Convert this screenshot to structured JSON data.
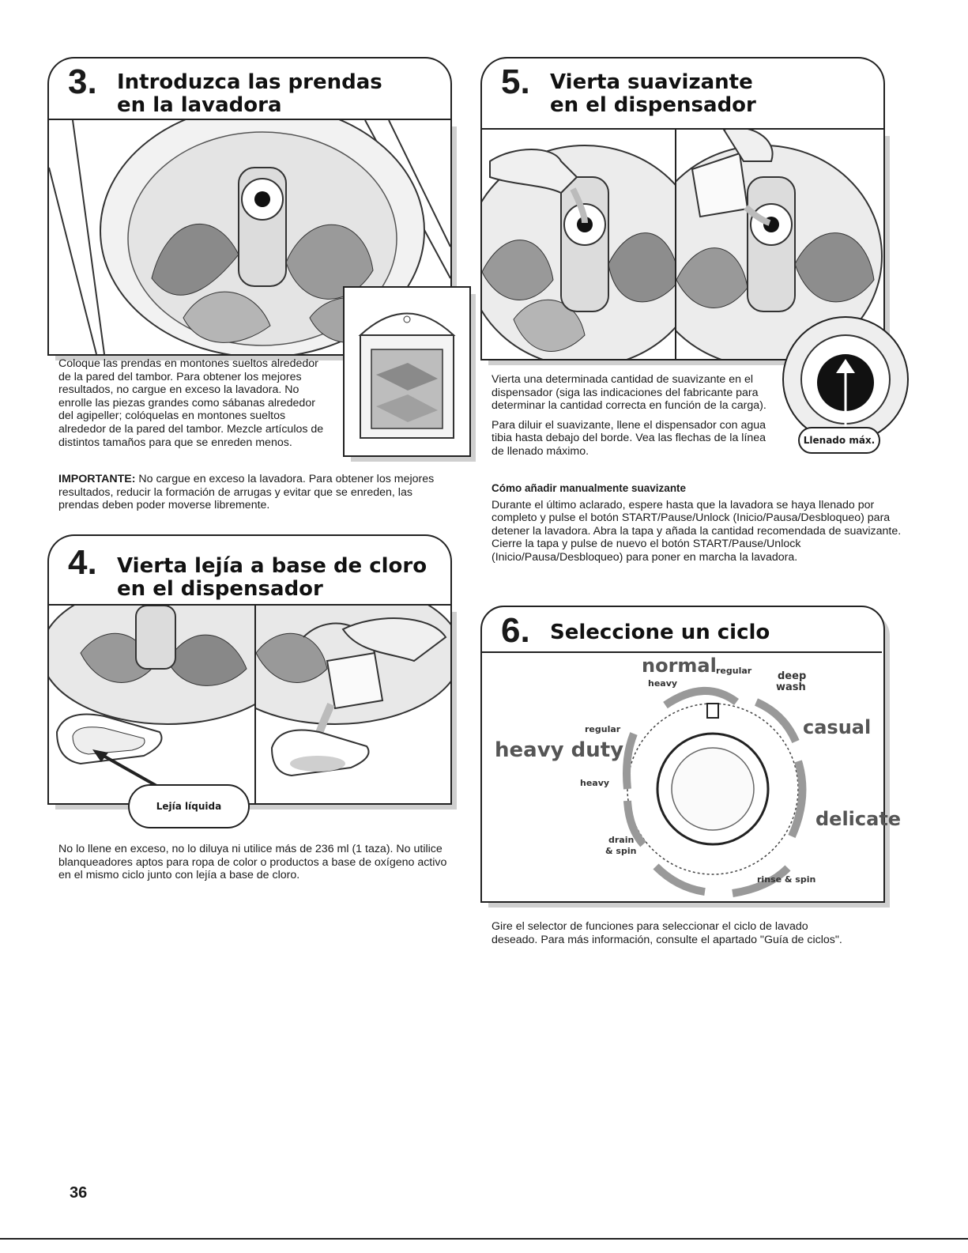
{
  "page": {
    "number": "36"
  },
  "step3": {
    "number": "3.",
    "title_line1": "Introduzca las prendas",
    "title_line2": "en la lavadora",
    "paragraph1": "Coloque las prendas en montones sueltos alrededor de la pared del tambor. Para obtener los mejores resultados, no cargue en exceso la lavadora. No enrolle las piezas grandes como sábanas alrededor del agipeller; colóquelas en montones sueltos alrededor de la pared del tambor. Mezcle artículos de distintos tamaños para que se enreden menos.",
    "important_label": "IMPORTANTE:",
    "important_text": " No cargue en exceso la lavadora. Para obtener los mejores resultados, reducir la formación de arrugas y evitar que se enreden, las prendas deben poder moverse libremente."
  },
  "step4": {
    "number": "4.",
    "title_line1": "Vierta lejía a base de cloro",
    "title_line2": "en el dispensador",
    "callout": "Lejía líquida",
    "paragraph1": "No lo llene en exceso, no lo diluya ni utilice más de 236 ml (1 taza). No utilice blanqueadores aptos para ropa de color o productos a base de oxígeno activo en el mismo ciclo junto con lejía a base de cloro."
  },
  "step5": {
    "number": "5.",
    "title_line1": "Vierta suavizante",
    "title_line2": "en el dispensador",
    "callout": "Llenado máx.",
    "paragraph1": "Vierta una determinada cantidad de suavizante en el dispensador (siga las indicaciones del fabricante para determinar la cantidad correcta en función de la carga).",
    "paragraph2": "Para diluir el suavizante, llene el dispensador con agua tibia hasta debajo del borde. Vea las flechas de la línea de llenado máximo.",
    "subhead": "Cómo añadir manualmente suavizante",
    "paragraph3": "Durante el último aclarado, espere hasta que la lavadora se haya llenado por completo y pulse el botón START/Pause/Unlock (Inicio/Pausa/Desbloqueo) para detener la lavadora. Abra la tapa y añada la cantidad recomendada de suavizante. Cierre la tapa y pulse de nuevo el botón START/Pause/Unlock (Inicio/Pausa/Desbloqueo) para poner en marcha la lavadora."
  },
  "step6": {
    "number": "6.",
    "title": "Seleccione un ciclo",
    "dial": {
      "normal": "normal",
      "normal_regular": "regular",
      "normal_heavy": "heavy",
      "deep_wash_line1": "deep",
      "deep_wash_line2": "wash",
      "casual": "casual",
      "heavy_duty": "heavy duty",
      "heavy_duty_regular": "regular",
      "heavy_duty_heavy": "heavy",
      "delicate": "delicate",
      "drain_spin_line1": "drain",
      "drain_spin_line2": "& spin",
      "rinse_spin": "rinse & spin"
    },
    "paragraph1": "Gire el selector de funciones para seleccionar el ciclo de lavado deseado. Para más información, consulte el apartado \"Guía de ciclos\"."
  }
}
